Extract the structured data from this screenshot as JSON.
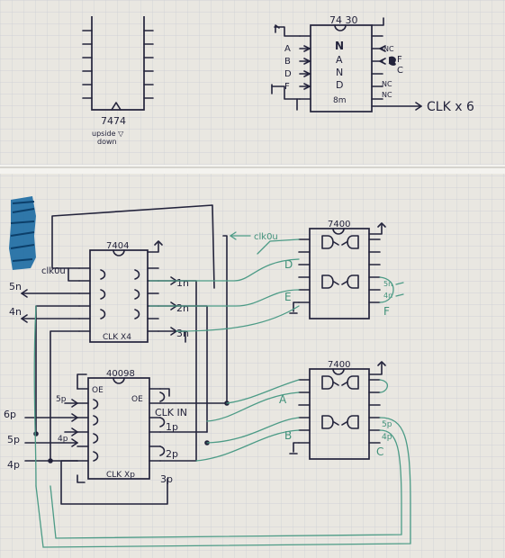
{
  "sheet": {
    "paper_color": "#e9e7e1",
    "grid_color": "#c9ccd4",
    "ink_color": "#23233b",
    "green_ink_color": "#3f9079",
    "blue_marker_color": "#1b6aa3"
  },
  "top_left": {
    "chip_label": "7474",
    "note_line1": "upside ▽",
    "note_line2": "down"
  },
  "top_right": {
    "chip_label": "74 30",
    "inputs": [
      "A",
      "B",
      "D",
      "F"
    ],
    "inner": [
      "N",
      "A",
      "N",
      "D"
    ],
    "pin_right": [
      "NC",
      "F",
      "C",
      "NC",
      "NC"
    ],
    "out_label": "8m",
    "clk_label": "CLK x 6"
  },
  "inv": {
    "chip_label": "7404",
    "bottom": "CLK X4",
    "in_label": "clk0u",
    "outs": [
      "1n",
      "2n",
      "3n"
    ]
  },
  "left_labels": [
    "5n",
    "4n",
    "6p",
    "5p",
    "4p"
  ],
  "mux": {
    "chip_label": "40098",
    "oe_left": "OE",
    "oe_right": "OE",
    "clk": "CLK IN",
    "inner_left": [
      "5p",
      "4p"
    ],
    "outs": [
      "1p",
      "2p",
      "3p"
    ],
    "bottom": "CLK Xp"
  },
  "nand_top": {
    "chip_label": "7400",
    "in_label": "clk0u",
    "letters": [
      "D",
      "E",
      "F"
    ],
    "outs": [
      "5n",
      "4n"
    ]
  },
  "nand_bot": {
    "chip_label": "7400",
    "letters": [
      "A",
      "B",
      "C"
    ],
    "outs": [
      "5p",
      "4p"
    ]
  }
}
